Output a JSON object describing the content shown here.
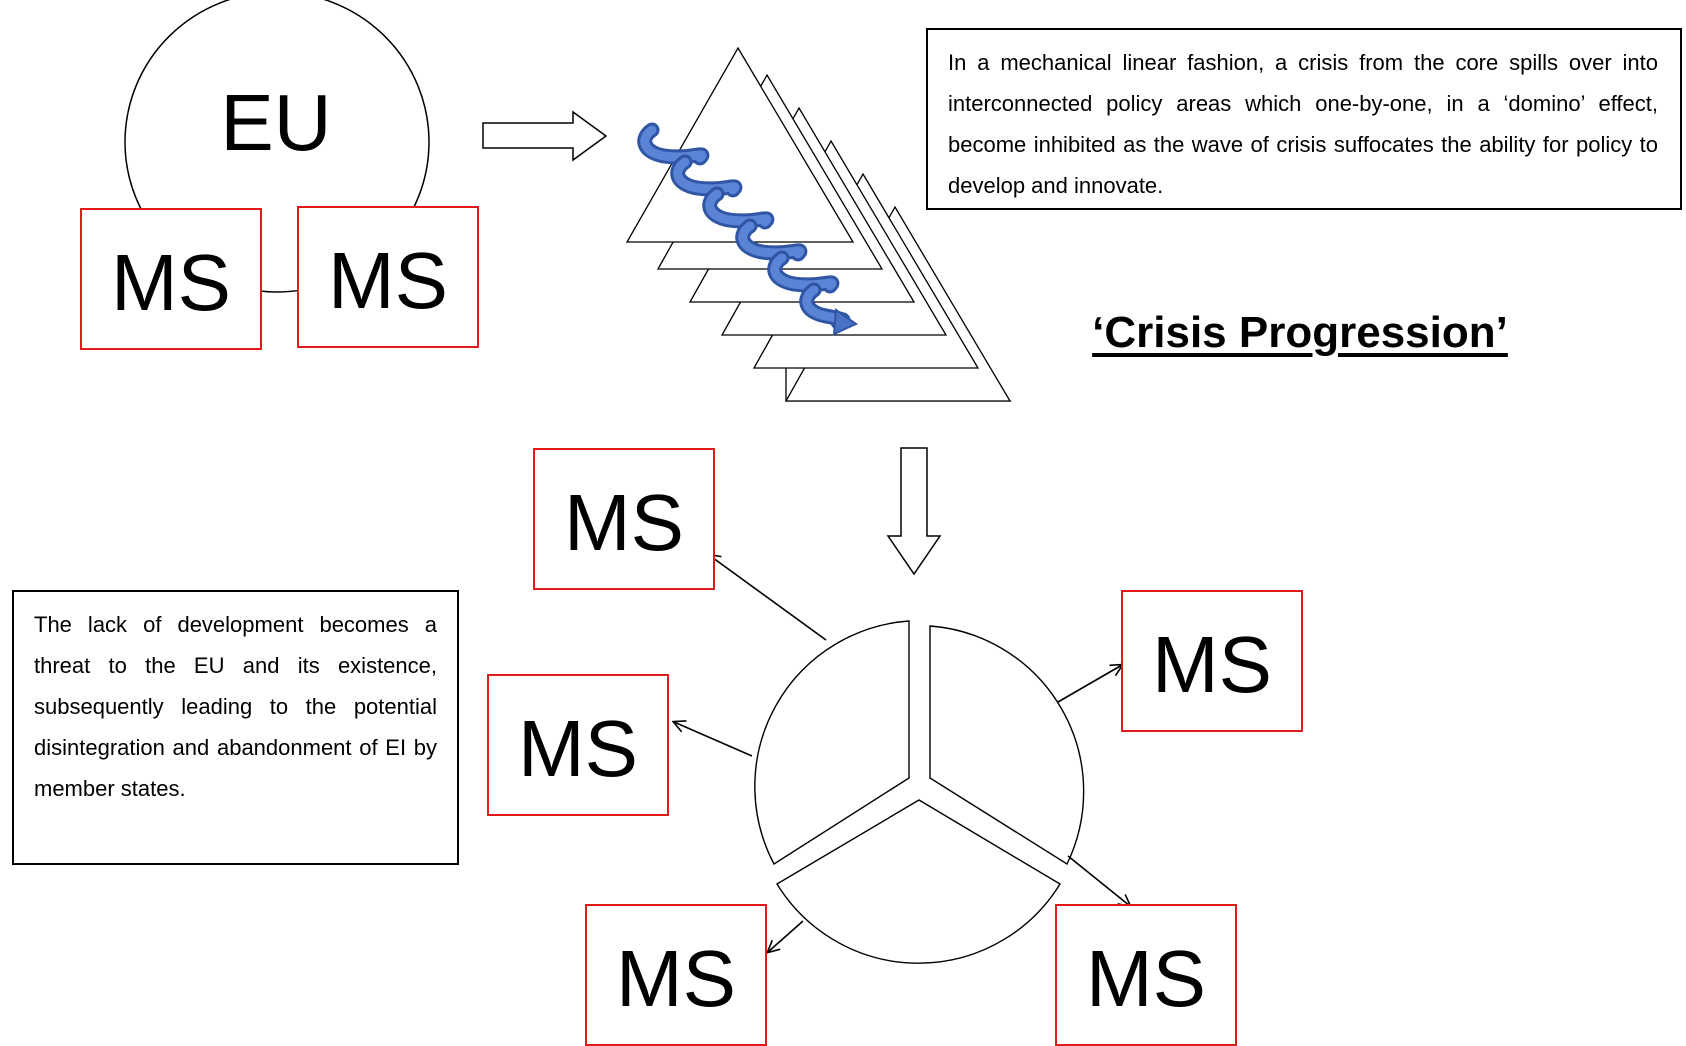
{
  "diagram": {
    "eu_label": "EU",
    "ms_label": "MS",
    "heading": "‘Crisis Progression’",
    "top_description": "In a mechanical linear fashion, a crisis from the core spills over into interconnected policy areas which one-by-one, in a ‘domino’ effect, become inhibited as the wave of crisis suffocates the ability for policy to develop and innovate.",
    "left_description": "The lack of development becomes a threat to the EU and its existence, subsequently leading to the potential disintegration and abandonment of EI by member states.",
    "colors": {
      "ms_border": "#e01b1b",
      "spiral_fill": "#4a72c4",
      "spiral_dark": "#2f55a4",
      "outline": "#000000"
    }
  }
}
